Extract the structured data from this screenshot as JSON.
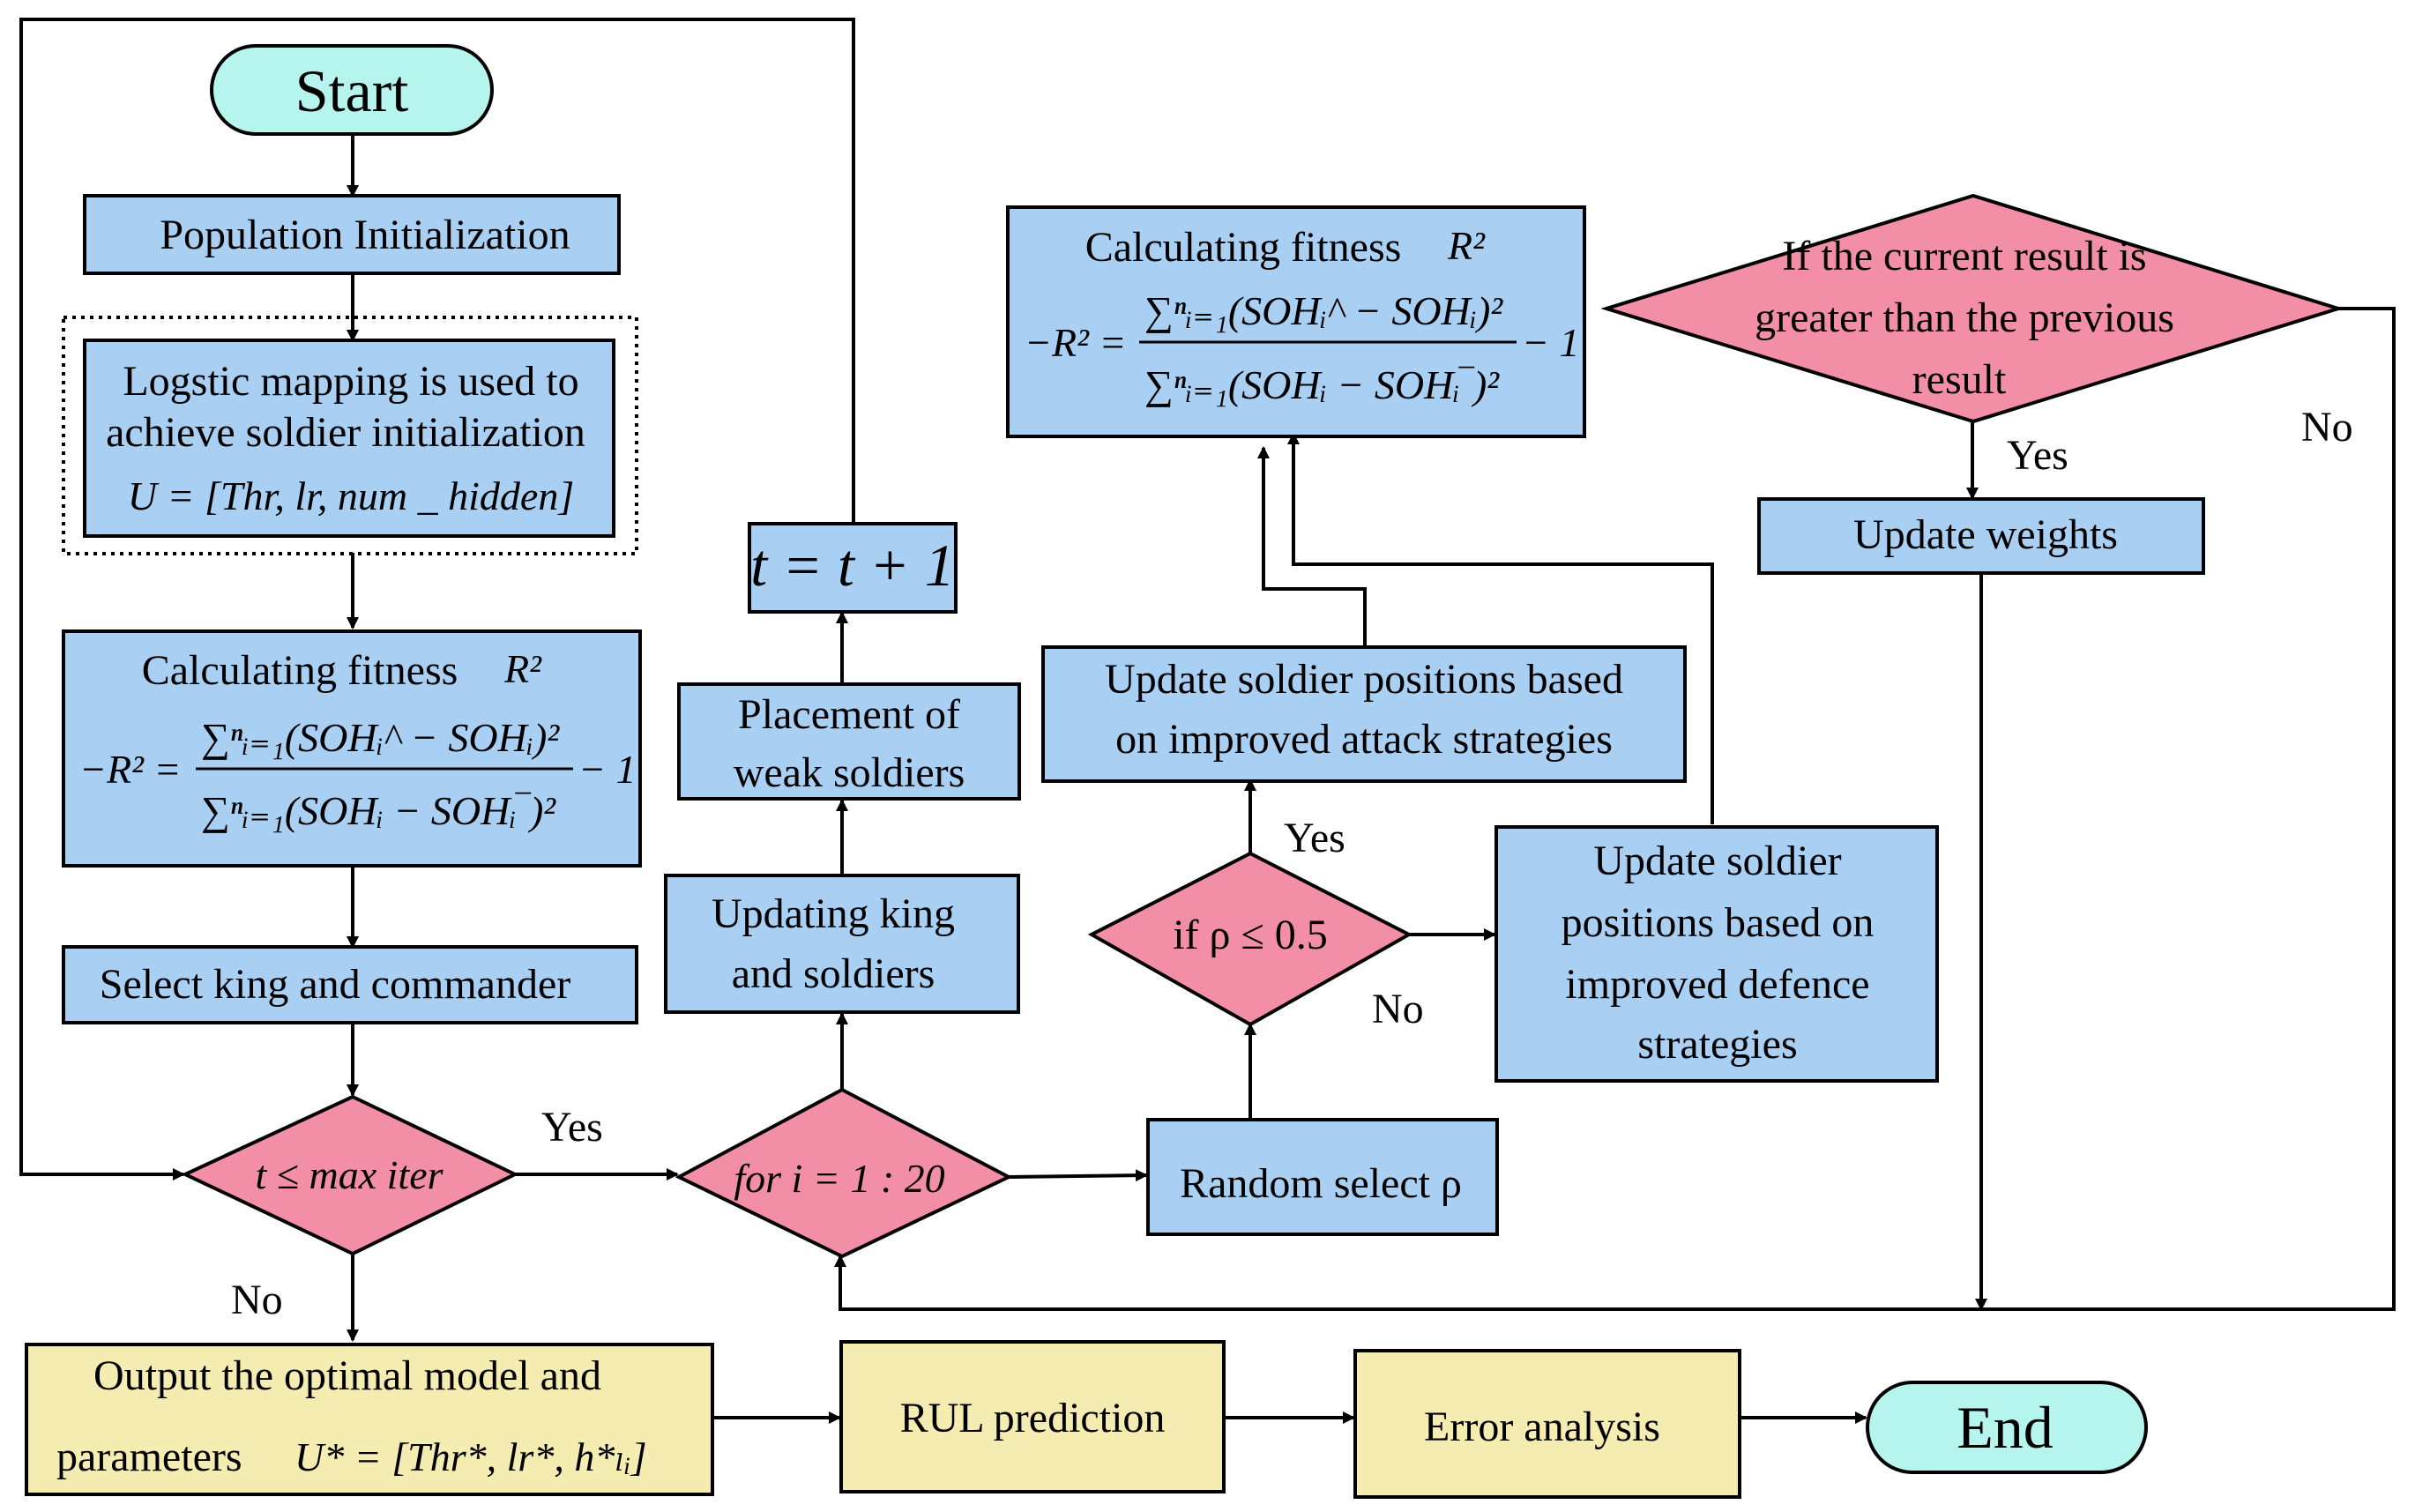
{
  "colors": {
    "process_fill": "#a9cff2",
    "decision_fill": "#f28fa6",
    "terminal_fill": "#b6f5ee",
    "output_fill": "#f4ecb0",
    "stroke": "#000000"
  },
  "nodes": {
    "start": "Start",
    "end": "End",
    "pop_init": "Population Initialization",
    "logistic_line1": "Logstic  mapping is used  to",
    "logistic_line2": "achieve soldier initialization",
    "logistic_formula": "U = [Thr, lr, num _ hidden]",
    "fitness_title": "Calculating fitness",
    "fitness_symbol": "R²",
    "fitness_formula_lhs": "−R² =",
    "fitness_formula_num": "∑ⁿᵢ₌₁(SOHᵢ^ − SOHᵢ)²",
    "fitness_formula_den": "∑ⁿᵢ₌₁(SOHᵢ − SOHᵢ‾)²",
    "fitness_formula_rhs": "− 1",
    "select_king": "Select king and commander",
    "cond_iter": "t ≤ max iter",
    "cond_for": "for i = 1 : 20",
    "update_king_line1": "Updating king",
    "update_king_line2": "and soldiers",
    "weak_line1": "Placement of",
    "weak_line2": "weak soldiers",
    "increment": "t = t + 1",
    "random_select": "Random   select ρ",
    "cond_rho": "if ρ ≤ 0.5",
    "attack_line1": "Update soldier positions based",
    "attack_line2": "on improved attack strategies",
    "defence_line1": "Update soldier",
    "defence_line2": "positions based on",
    "defence_line3": "improved defence",
    "defence_line4": "strategies",
    "cond_result_line1": "If the current result is",
    "cond_result_line2": "greater than the previous",
    "cond_result_line3": "result",
    "update_weights": "Update weights",
    "output_line1": "Output the optimal model  and",
    "output_line2": "parameters",
    "output_formula": "U* = [Thr*, lr*, h*ₗᵢ]",
    "rul": "RUL prediction",
    "error": "Error analysis"
  },
  "edge_labels": {
    "yes_iter": "Yes",
    "no_iter": "No",
    "yes_rho": "Yes",
    "no_rho": "No",
    "yes_result": "Yes",
    "no_result": "No"
  }
}
